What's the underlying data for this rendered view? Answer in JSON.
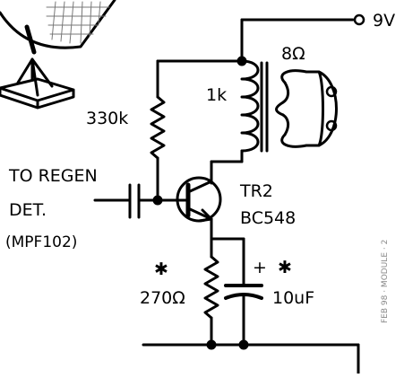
{
  "supply": {
    "label": "9V"
  },
  "speaker": {
    "impedance": "8Ω"
  },
  "transformer": {
    "label": "1k"
  },
  "bias_resistor": {
    "label": "330k"
  },
  "input": {
    "line1": "TO REGEN",
    "line2": "DET.",
    "line3": "(MPF102)"
  },
  "transistor": {
    "ref": "TR2",
    "part": "BC548"
  },
  "emitter_resistor": {
    "label": "270Ω",
    "mark": "✱"
  },
  "emitter_capacitor": {
    "label": "10uF",
    "mark": "✱",
    "polarity": "+"
  },
  "side_text": "FEB 98 · MODULE · 2",
  "colors": {
    "ink": "#000000",
    "background": "#ffffff",
    "hatch": "#777777"
  }
}
